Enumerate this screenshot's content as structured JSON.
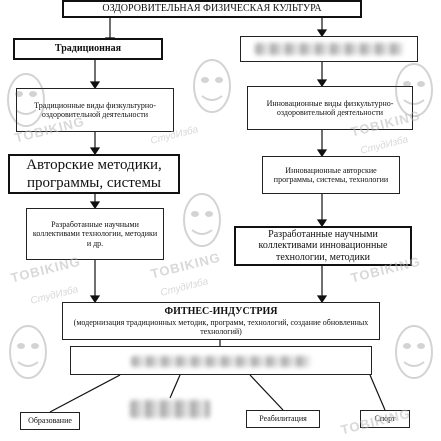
{
  "diagram": {
    "top_title": "ОЗДОРОВИТЕЛЬНАЯ ФИЗИЧЕСКАЯ КУЛЬТУРА",
    "left": {
      "heading": "Традиционная",
      "types": "Традиционные виды физкультурно-оздоровительной деятельности",
      "methods": "Авторские методики, программы, системы",
      "developed": "Разработанные научными коллективами технологии, методики и др."
    },
    "right": {
      "types": "Инновационные виды физкультурно-оздоровительной деятельности",
      "methods": "Инновационные авторские программы, системы, технологии",
      "developed": "Разработанные научными коллективами инновационные технологии, методики"
    },
    "fitness": {
      "title": "ФИТНЕС-ИНДУСТРИЯ",
      "subtitle": "(модернизация традиционных методик, программ, технологий, создание обновленных технологий)"
    },
    "bottom": {
      "education": "Образование",
      "rehabilitation": "Реабилитация",
      "sport": "Спорт"
    }
  },
  "watermark": {
    "brand": "TOBIKING",
    "sub": "СтудИзба"
  }
}
